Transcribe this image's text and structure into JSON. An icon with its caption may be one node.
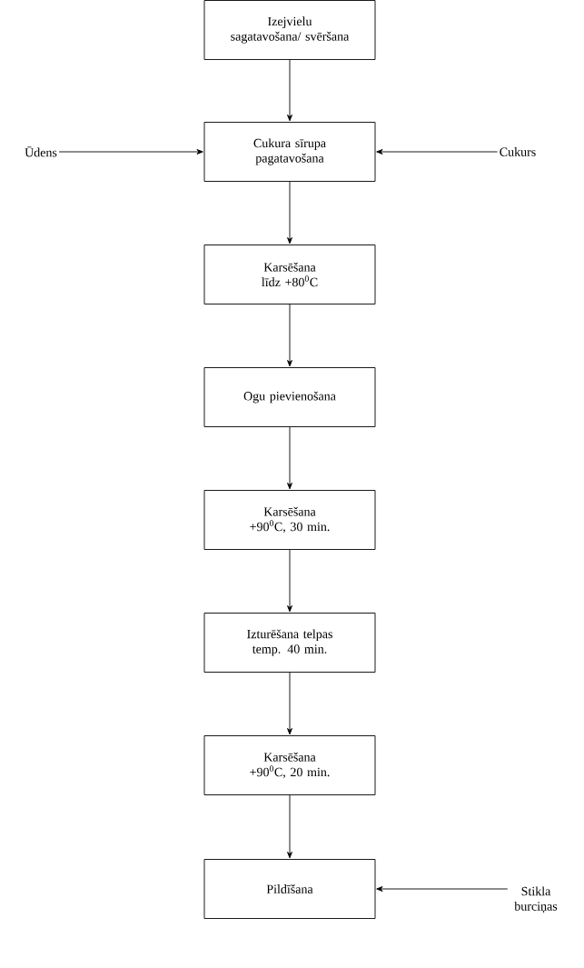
{
  "diagram": {
    "nodes": [
      {
        "text": [
          "Izejvielu sagatavošana/ svēršana"
        ]
      },
      {
        "text": [
          "Ūdens"
        ]
      },
      {
        "text": [
          "Cukura sīrupa pagatavošana"
        ]
      },
      {
        "text": [
          "Cukurs"
        ]
      },
      {
        "text": [
          "Karsēšana līdz +80$^{0}$C"
        ]
      },
      {
        "text": [
          "Ogu pievienošana"
        ]
      },
      {
        "text": [
          "Karsēšana +90$^{0}$C, 30 min."
        ]
      },
      {
        "text": [
          "Izturēšana telpas temp. 40 min."
        ]
      },
      {
        "text": [
          "Karsēšana +90$^{0}$C, 20 min."
        ]
      },
      {
        "text": [
          "Pildīšana"
        ]
      },
      {
        "text": [
          "Stikla burciņas"
        ]
      }
    ],
    "edges": [
      {
        "from": 0,
        "to": 2,
        "arrow": "to"
      },
      {
        "from": 1,
        "to": 2,
        "arrow": "to"
      },
      {
        "from": 3,
        "to": 2,
        "arrow": "to"
      },
      {
        "from": 2,
        "to": 4,
        "arrow": "to"
      },
      {
        "from": 4,
        "to": 5,
        "arrow": "to"
      },
      {
        "from": 5,
        "to": 6,
        "arrow": "to"
      },
      {
        "from": 6,
        "to": 7,
        "arrow": "to"
      },
      {
        "from": 7,
        "to": 8,
        "arrow": "to"
      },
      {
        "from": 8,
        "to": 9,
        "arrow": "to"
      },
      {
        "from": 10,
        "to": 9,
        "arrow": "to"
      }
    ]
  }
}
